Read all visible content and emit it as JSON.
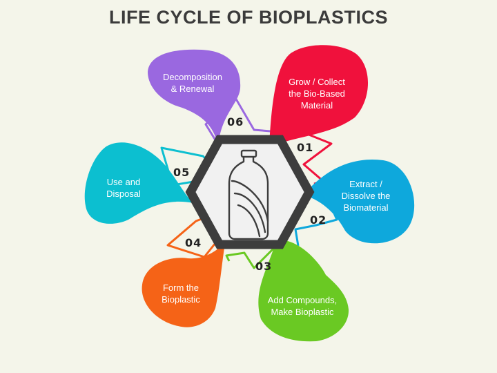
{
  "title": "LIFE CYCLE OF BIOPLASTICS",
  "center_icon": "bottle-leaf-icon",
  "colors": {
    "background": "#f4f5ea",
    "hexagon_border": "#3d3d3d",
    "hexagon_fill": "#f1f1f1"
  },
  "stages": [
    {
      "number": "01",
      "label_lines": [
        "Grow / Collect",
        "the Bio-Based",
        "Material"
      ],
      "color": "#f0113c"
    },
    {
      "number": "02",
      "label_lines": [
        "Extract /",
        "Dissolve the",
        "Biomaterial"
      ],
      "color": "#0ea8dc"
    },
    {
      "number": "03",
      "label_lines": [
        "Add Compounds,",
        "Make Bioplastic"
      ],
      "color": "#6ac923"
    },
    {
      "number": "04",
      "label_lines": [
        "Form the",
        "Bioplastic"
      ],
      "color": "#f56317"
    },
    {
      "number": "05",
      "label_lines": [
        "Use and",
        "Disposal"
      ],
      "color": "#0cbfd0"
    },
    {
      "number": "06",
      "label_lines": [
        "Decomposition",
        "& Renewal"
      ],
      "color": "#9a68e0"
    }
  ]
}
